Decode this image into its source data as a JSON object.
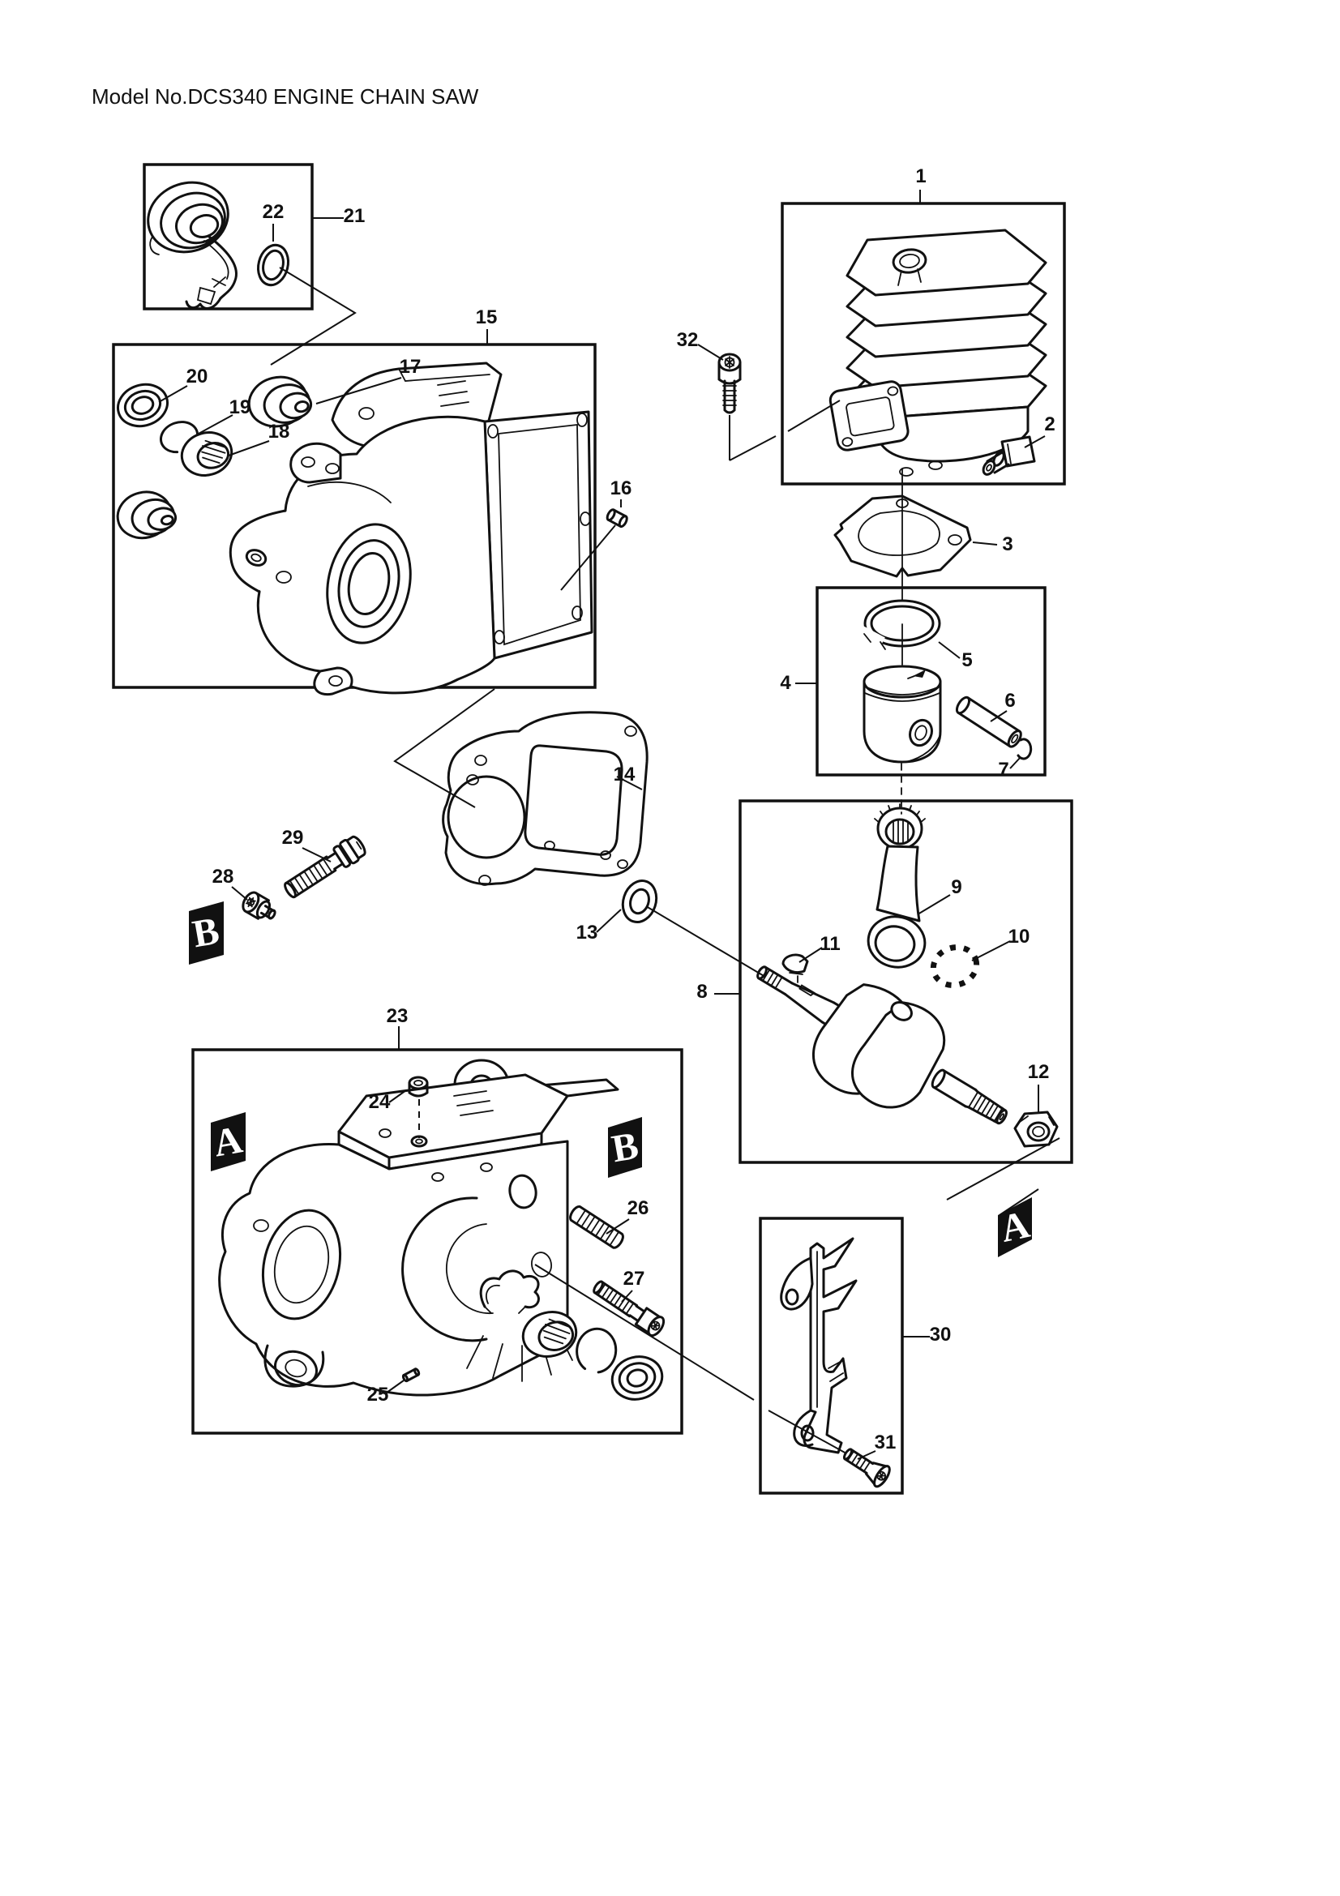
{
  "title": "Model No.DCS340 ENGINE CHAIN SAW",
  "diagram": {
    "type": "exploded-parts-diagram",
    "line_color": "#111111",
    "background": "#ffffff",
    "callouts": [
      {
        "label": "1"
      },
      {
        "label": "2"
      },
      {
        "label": "3"
      },
      {
        "label": "4"
      },
      {
        "label": "5"
      },
      {
        "label": "6"
      },
      {
        "label": "7"
      },
      {
        "label": "8"
      },
      {
        "label": "9"
      },
      {
        "label": "10"
      },
      {
        "label": "11"
      },
      {
        "label": "12"
      },
      {
        "label": "13"
      },
      {
        "label": "14"
      },
      {
        "label": "15"
      },
      {
        "label": "16"
      },
      {
        "label": "17"
      },
      {
        "label": "18"
      },
      {
        "label": "19"
      },
      {
        "label": "20"
      },
      {
        "label": "21"
      },
      {
        "label": "22"
      },
      {
        "label": "23"
      },
      {
        "label": "24"
      },
      {
        "label": "25"
      },
      {
        "label": "26"
      },
      {
        "label": "27"
      },
      {
        "label": "28"
      },
      {
        "label": "29"
      },
      {
        "label": "30"
      },
      {
        "label": "31"
      },
      {
        "label": "32"
      }
    ],
    "section_markers": [
      {
        "label": "B"
      },
      {
        "label": "A"
      },
      {
        "label": "B"
      },
      {
        "label": "A"
      }
    ]
  }
}
